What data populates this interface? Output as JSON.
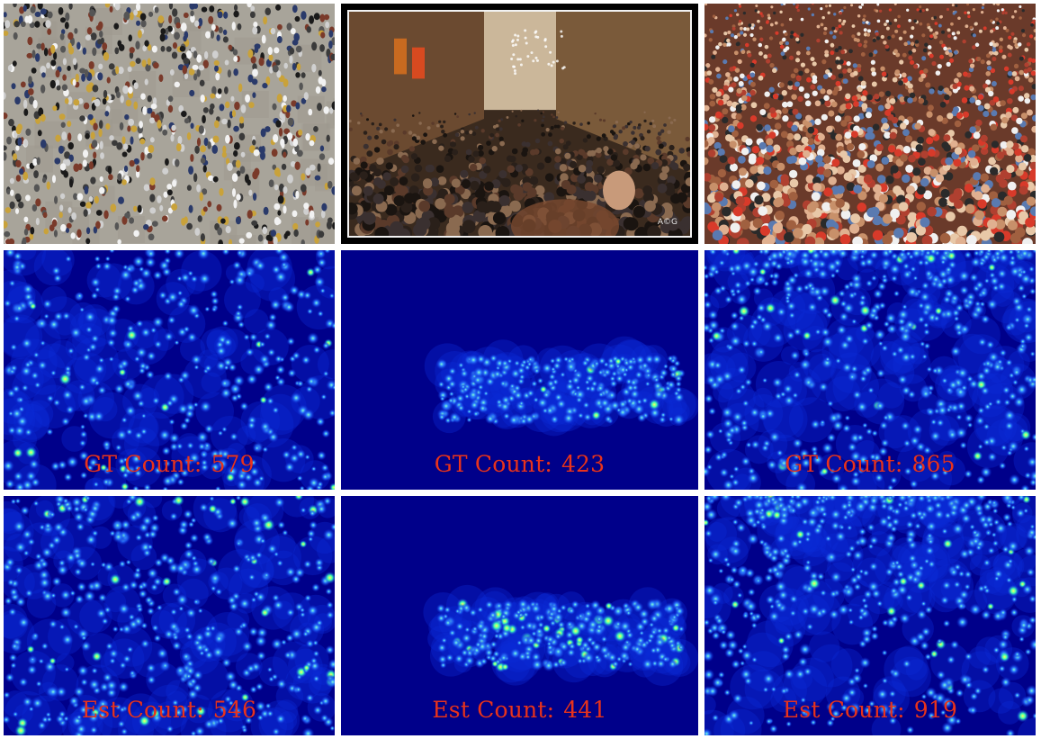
{
  "colors": {
    "map_background": "#00008a",
    "label_red": "#e8321e",
    "photo_frame": "#000000"
  },
  "photos": [
    {
      "scene": "aerial-crowd-plaza"
    },
    {
      "scene": "street-crowd",
      "watermark": "A©G"
    },
    {
      "scene": "dense-crowd-stadium"
    }
  ],
  "ground_truth": [
    {
      "label": "GT Count:",
      "value": "579"
    },
    {
      "label": "GT Count:",
      "value": "423"
    },
    {
      "label": "GT Count:",
      "value": "865"
    }
  ],
  "estimates": [
    {
      "label": "Est Count:",
      "value": "546"
    },
    {
      "label": "Est Count:",
      "value": "441"
    },
    {
      "label": "Est Count:",
      "value": "919"
    }
  ]
}
